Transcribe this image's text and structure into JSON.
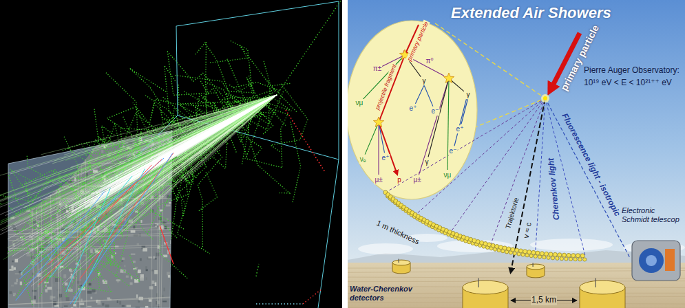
{
  "diagram": {
    "title": "Extended Air Showers",
    "labels": [
      "primary particle",
      "Pierre Auger Observatory:",
      "10¹⁹ eV < E < 10²¹⁺⁺ eV",
      "primary particle",
      "projectile fragment",
      "Fluorescence light - isotropic",
      "Cherenkov light",
      "Trajektorie",
      "v ≈ c",
      "1 m thickness",
      "Electronic Schmidt telescop",
      "Water-Cherenkov detectors",
      "1,5 km",
      "π⁰",
      "π±",
      "γ",
      "γ",
      "e⁺",
      "e⁻",
      "νμ",
      "e⁺",
      "e⁻",
      "γ",
      "νμ",
      "μ±",
      "νₑ",
      "e⁺",
      "μ±",
      "p"
    ]
  }
}
